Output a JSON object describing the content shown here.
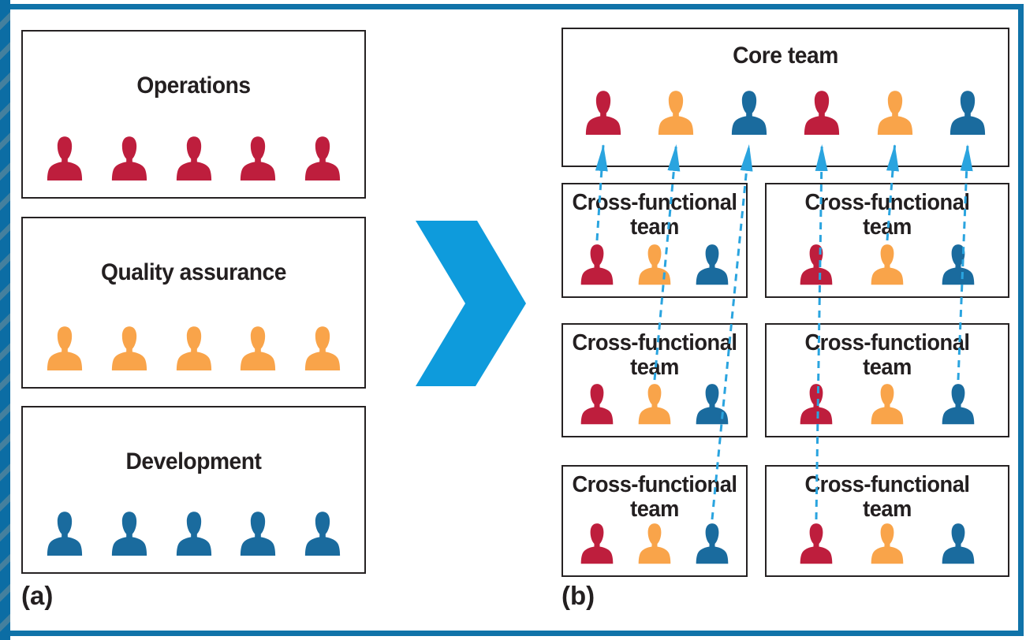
{
  "panel_a": {
    "label": "(a)",
    "boxes": [
      {
        "title": "Operations",
        "members": [
          "red",
          "red",
          "red",
          "red",
          "red"
        ]
      },
      {
        "title": "Quality assurance",
        "members": [
          "orange",
          "orange",
          "orange",
          "orange",
          "orange"
        ]
      },
      {
        "title": "Development",
        "members": [
          "blue",
          "blue",
          "blue",
          "blue",
          "blue"
        ]
      }
    ]
  },
  "transform_arrow": {
    "icon": "chevron-right-icon"
  },
  "panel_b": {
    "label": "(b)",
    "core_team": {
      "title": "Core team",
      "members": [
        "red",
        "orange",
        "blue",
        "red",
        "orange",
        "blue"
      ]
    },
    "cross_title": {
      "line1": "Cross-functional",
      "line2": "team"
    },
    "cf_boxes": [
      {
        "members": [
          "red",
          "orange",
          "blue"
        ]
      },
      {
        "members": [
          "red",
          "orange",
          "blue"
        ]
      },
      {
        "members": [
          "red",
          "orange",
          "blue"
        ]
      },
      {
        "members": [
          "red",
          "orange",
          "blue"
        ]
      },
      {
        "members": [
          "red",
          "orange",
          "blue"
        ]
      },
      {
        "members": [
          "red",
          "orange",
          "blue"
        ]
      }
    ],
    "mentoring_arrows": [
      {
        "from": "cf0-0",
        "to": "core-0"
      },
      {
        "from": "cf2-1",
        "to": "core-1"
      },
      {
        "from": "cf4-2",
        "to": "core-2"
      },
      {
        "from": "cf5-0",
        "to": "core-3"
      },
      {
        "from": "cf1-1",
        "to": "core-4"
      },
      {
        "from": "cf3-2",
        "to": "core-5"
      }
    ]
  },
  "colors": {
    "red": "#BE1E3D",
    "orange": "#F9A44A",
    "blue": "#1A6B9E",
    "accent_blue": "#0E9BDC",
    "arrow_blue": "#2AA4DF",
    "frame_blue": "#1073A9",
    "binding_blue": "#0C6DA4",
    "binding_stripe": "#44809E",
    "box_border": "#262223",
    "text": "#231F20"
  }
}
